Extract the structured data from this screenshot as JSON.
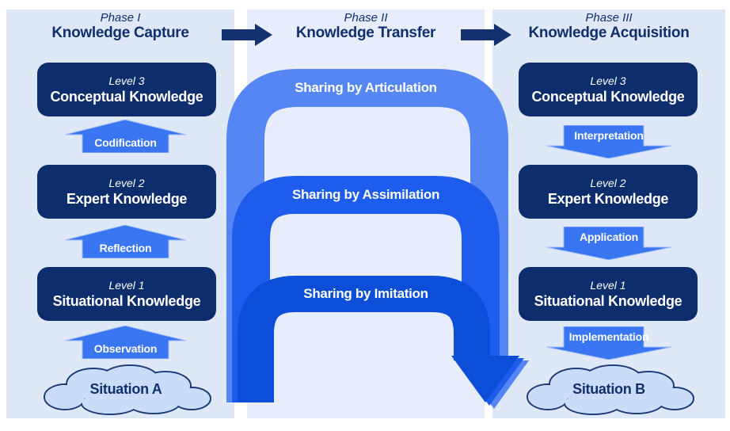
{
  "colors": {
    "panel_side": "#dfe8f7",
    "panel_middle": "#e7edfa",
    "level_box_navy": "#0e2d6d",
    "phase_text_navy": "#0e2f70",
    "phase_arrow_navy": "#14326f",
    "step_arrow_blue": "#3b76f2",
    "band_articulation": "#5586f4",
    "band_assimilation": "#1e5cee",
    "band_imitation": "#0d4ed9",
    "cloud_fill": "#c9dcf8",
    "cloud_stroke": "#1c3a78"
  },
  "phases": [
    {
      "label": "Phase I",
      "title": "Knowledge Capture"
    },
    {
      "label": "Phase II",
      "title": "Knowledge Transfer"
    },
    {
      "label": "Phase III",
      "title": "Knowledge Acquisition"
    }
  ],
  "capture": {
    "levels": [
      {
        "level": "Level 3",
        "name": "Conceptual Knowledge"
      },
      {
        "level": "Level 2",
        "name": "Expert Knowledge"
      },
      {
        "level": "Level 1",
        "name": "Situational Knowledge"
      }
    ],
    "arrows": [
      "Codification",
      "Reflection",
      "Observation"
    ],
    "cloud": "Situation A"
  },
  "transfer": {
    "bands": [
      "Sharing by Articulation",
      "Sharing by Assimilation",
      "Sharing by Imitation"
    ]
  },
  "acquisition": {
    "levels": [
      {
        "level": "Level 3",
        "name": "Conceptual Knowledge"
      },
      {
        "level": "Level 2",
        "name": "Expert Knowledge"
      },
      {
        "level": "Level 1",
        "name": "Situational Knowledge"
      }
    ],
    "arrows": [
      "Interpretation",
      "Application",
      "Implementation"
    ],
    "cloud": "Situation B"
  }
}
